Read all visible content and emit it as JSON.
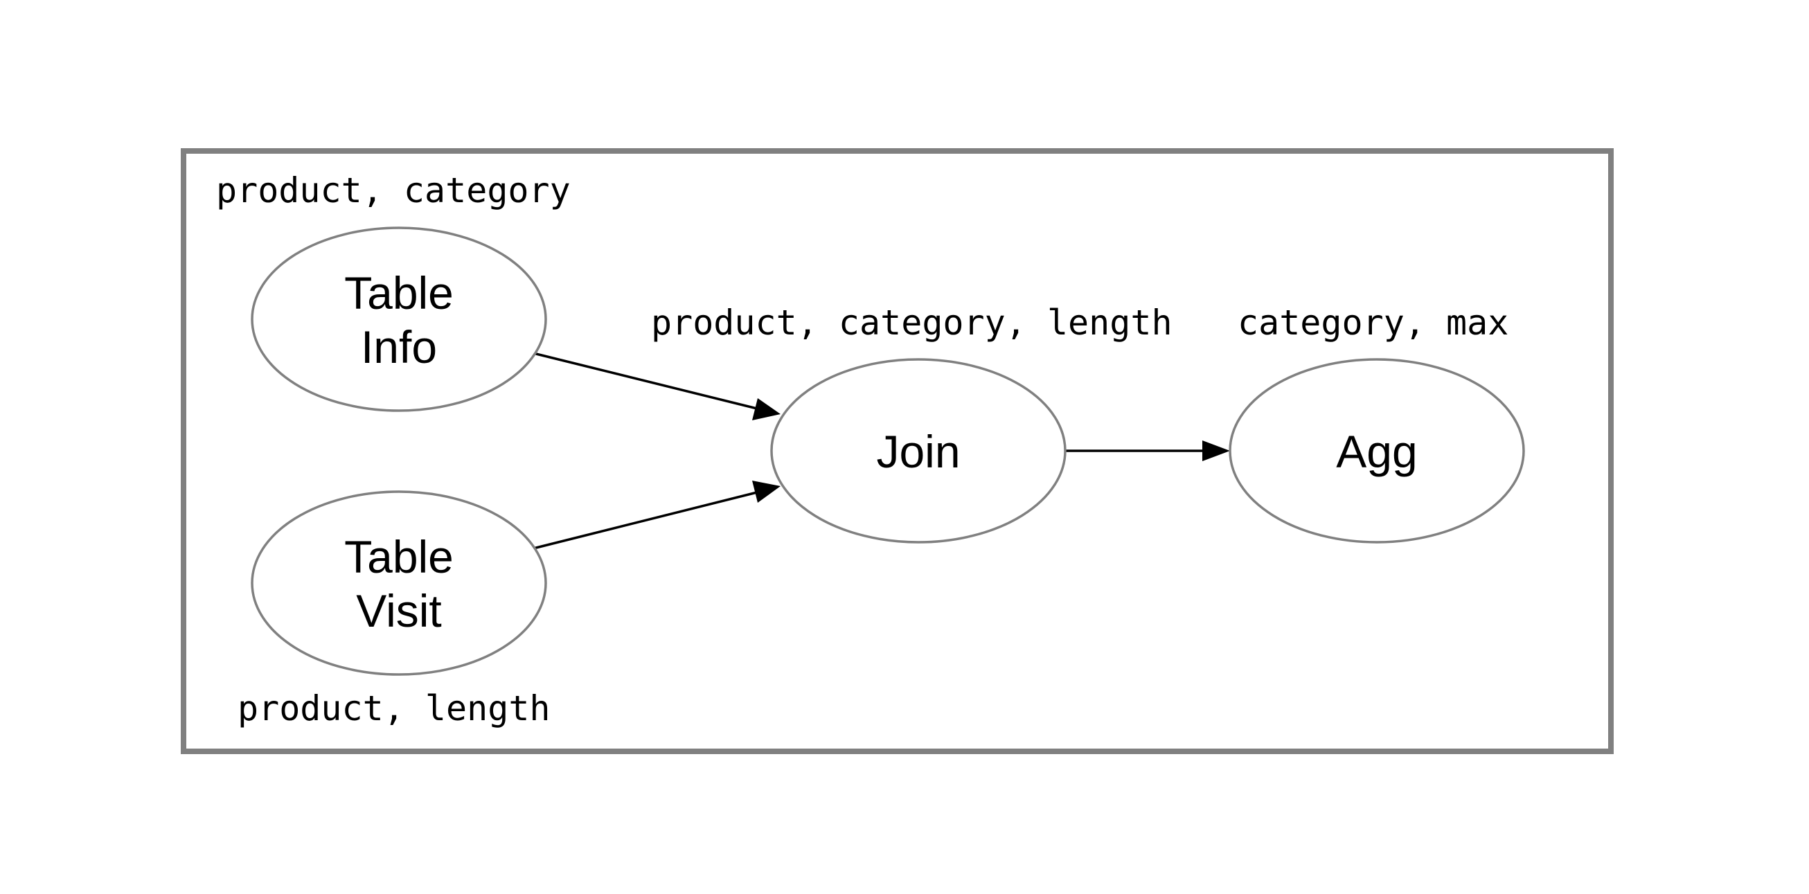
{
  "nodes": {
    "table_info": {
      "line1": "Table",
      "line2": "Info"
    },
    "table_visit": {
      "line1": "Table",
      "line2": "Visit"
    },
    "join": {
      "label": "Join"
    },
    "agg": {
      "label": "Agg"
    }
  },
  "schemas": {
    "table_info": "product, category",
    "table_visit": "product, length",
    "join": "product, category, length",
    "agg": "category, max"
  },
  "edges": [
    {
      "from": "table_info",
      "to": "join"
    },
    {
      "from": "table_visit",
      "to": "join"
    },
    {
      "from": "join",
      "to": "agg"
    }
  ],
  "colors": {
    "frame": "#808080",
    "node_border": "#808080",
    "edge": "#000000",
    "text": "#000000"
  }
}
